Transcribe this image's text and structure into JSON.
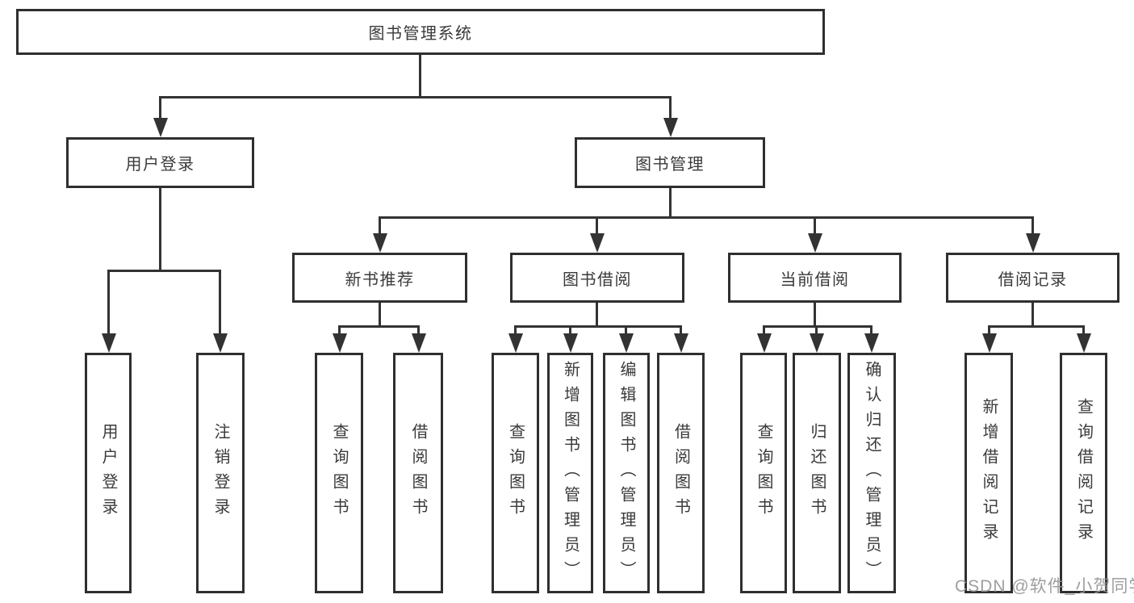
{
  "tree": {
    "label": "图书管理系统",
    "children": [
      {
        "label": "用户登录",
        "children": [
          {
            "label": "用户登录"
          },
          {
            "label": "注销登录"
          }
        ]
      },
      {
        "label": "图书管理",
        "children": [
          {
            "label": "新书推荐",
            "children": [
              {
                "label": "查询图书"
              },
              {
                "label": "借阅图书"
              }
            ]
          },
          {
            "label": "图书借阅",
            "children": [
              {
                "label": "查询图书"
              },
              {
                "label": "新增图书（管理员）"
              },
              {
                "label": "编辑图书（管理员）"
              },
              {
                "label": "借阅图书"
              }
            ]
          },
          {
            "label": "当前借阅",
            "children": [
              {
                "label": "查询图书"
              },
              {
                "label": "归还图书"
              },
              {
                "label": "确认归还（管理员）"
              }
            ]
          },
          {
            "label": "借阅记录",
            "children": [
              {
                "label": "新增借阅记录"
              },
              {
                "label": "查询借阅记录"
              }
            ]
          }
        ]
      }
    ]
  },
  "watermark": "CSDN @软件_小贺同学",
  "colors": {
    "line": "#333333",
    "text": "#3a3a3a",
    "watermark": "#949698",
    "background": "#ffffff"
  }
}
